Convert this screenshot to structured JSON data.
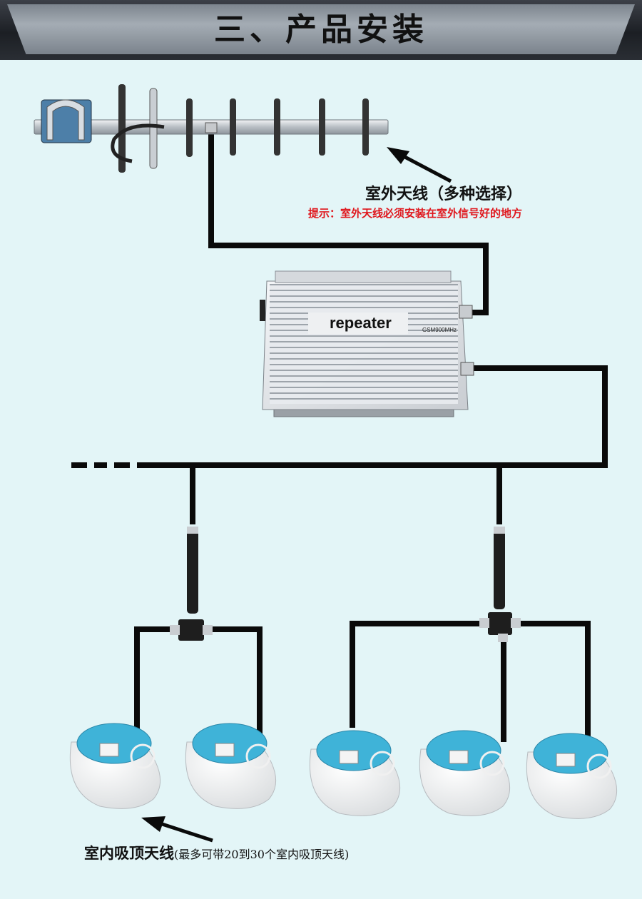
{
  "header": {
    "title": "三、产品安装"
  },
  "outdoor_antenna": {
    "label": "室外天线（多种选择）",
    "hint": "提示：室外天线必须安装在室外信号好的地方"
  },
  "repeater": {
    "label": "repeater",
    "band": "GSM900MHz"
  },
  "indoor_antenna": {
    "label": "室内吸顶天线",
    "sub": "(最多可带20到30个室内吸顶天线)"
  },
  "colors": {
    "background": "#e3f5f7",
    "cable": "#0a0a0a",
    "hint": "#e0161c",
    "antenna_blue": "#3fb3d8"
  }
}
